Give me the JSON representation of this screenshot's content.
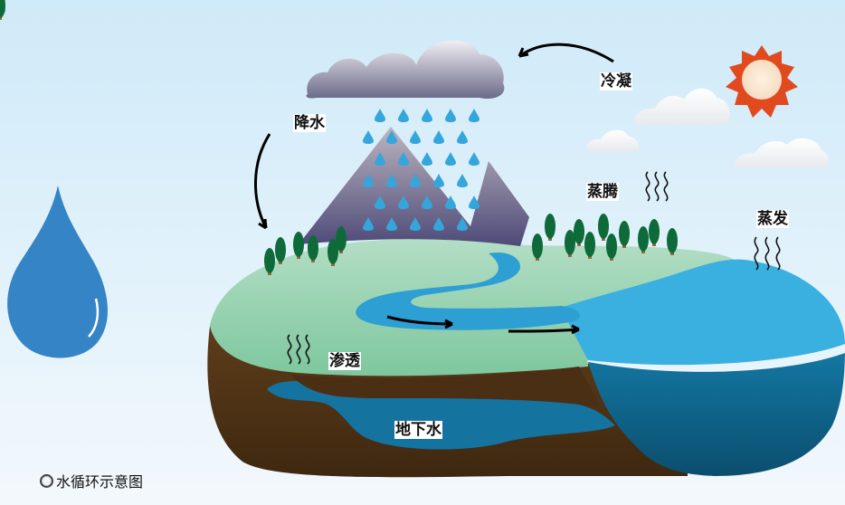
{
  "diagram": {
    "title": "水循环示意图",
    "caption_marker": "circle-bullet",
    "labels": {
      "precipitation": "降水",
      "condensation": "冷凝",
      "transpiration": "蒸腾",
      "evaporation": "蒸发",
      "infiltration": "渗透",
      "groundwater": "地下水"
    },
    "elements": [
      "rain-cloud",
      "raindrops",
      "mountains",
      "trees",
      "river",
      "lake",
      "groundwater-layer",
      "sun",
      "white-clouds",
      "water-drop-icon",
      "flow-arrows"
    ],
    "colors": {
      "sky": "#cfeaf8",
      "grass": "#9fd4b6",
      "soil": "#5a3a1a",
      "lake_surface": "#3ab0e0",
      "lake_depth": "#0e5f85",
      "river": "#2d9fd2",
      "mountain": "#6e6a8a",
      "sun_rays": "#e04a1e",
      "sun_core": "#fbe9d6",
      "drop": "#3584c6",
      "tree": "#0f6a3a",
      "trunk": "#a0643a"
    }
  }
}
